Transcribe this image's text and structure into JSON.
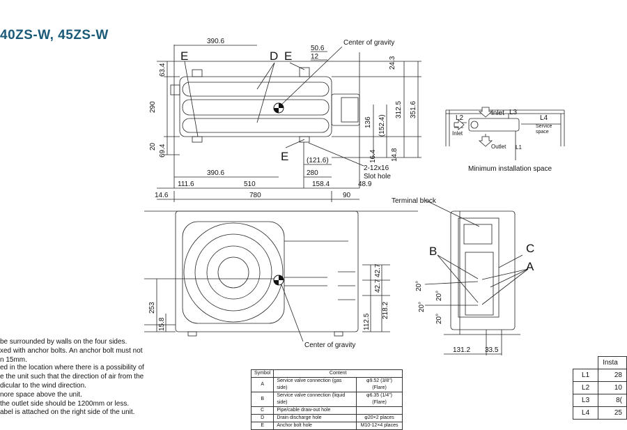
{
  "title": "40ZS-W, 45ZS-W",
  "top_view": {
    "dims_top": [
      "390.6",
      "50.6",
      "12",
      "24.3"
    ],
    "dims_left": [
      "63.4",
      "290",
      "20",
      "69.4"
    ],
    "dims_right": [
      "312.5",
      "351.6",
      "136",
      "(152.4)",
      "16.4",
      "14.8"
    ],
    "dims_bottom": [
      "390.6",
      "(121.6)",
      "280",
      "2-12x16",
      "Slot hole",
      "111.6",
      "510",
      "158.4",
      "48.9",
      "14.6",
      "780",
      "90"
    ],
    "labels": [
      "E",
      "D",
      "E",
      "E"
    ],
    "center_of_gravity": "Center of gravity"
  },
  "install_view": {
    "labels": [
      "L2",
      "Inlet",
      "L3",
      "L4",
      "Service",
      "space",
      "Inlet",
      "Outlet",
      "L1"
    ],
    "caption": "Minimum installation space"
  },
  "front_view": {
    "dims_left": [
      "253",
      "15.8"
    ],
    "dims_right": [
      "42.7",
      "42.7",
      "112.5",
      "218.2"
    ],
    "center_of_gravity": "Center of gravity"
  },
  "side_view": {
    "terminal_block": "Terminal block",
    "labels": [
      "B",
      "C",
      "A"
    ],
    "angles": [
      "20°",
      "20°",
      "20°",
      "20°"
    ],
    "dims_bottom": [
      "131.2",
      "33.5"
    ]
  },
  "notes": [
    "be surrounded by walls on the four sides.",
    "xed with anchor bolts. An anchor bolt must not",
    "n 15mm.",
    "ed in the location where there is a possibility of",
    "e the unit such that the direction of air from the",
    "dicular to the wind direction.",
    "nore space above the unit.",
    "the outlet side should be 1200mm or less.",
    "abel is attached on the right side of the unit."
  ],
  "symbol_table": {
    "headers": [
      "Symbol",
      "Content"
    ],
    "rows": [
      [
        "A",
        "Service valve connection (gas side)",
        "φ9.52 (3/8\") (Flare)"
      ],
      [
        "B",
        "Service valve connection (liquid side)",
        "φ6.35 (1/4\") (Flare)"
      ],
      [
        "C",
        "Pipe/cable draw-out hole",
        ""
      ],
      [
        "D",
        "Drain discharge hole",
        "φ20×2 places"
      ],
      [
        "E",
        "Anchor bolt hole",
        "M10-12×4 places"
      ]
    ]
  },
  "install_table": {
    "header": "Insta",
    "rows": [
      [
        "L1",
        "28"
      ],
      [
        "L2",
        "10"
      ],
      [
        "L3",
        "8("
      ],
      [
        "L4",
        "25"
      ]
    ]
  }
}
